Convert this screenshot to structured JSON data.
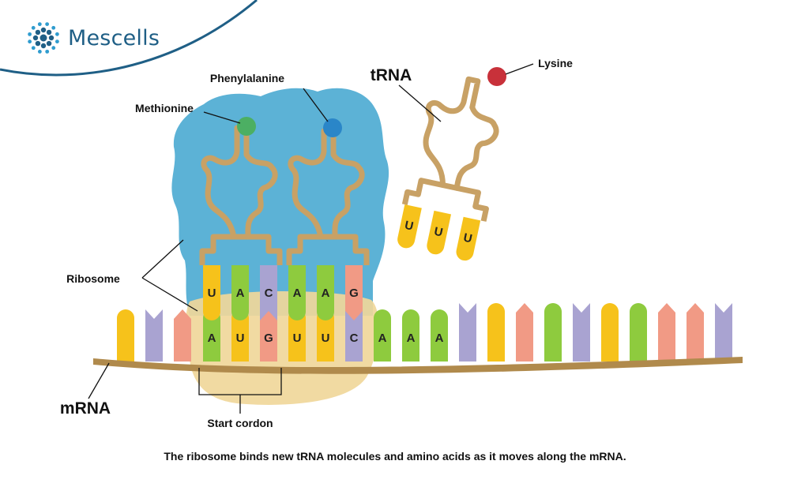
{
  "brand": {
    "name": "Mescells",
    "accent_color": "#1f5f86",
    "logo_icon": "cell-cluster-icon"
  },
  "labels": {
    "trna": "tRNA",
    "lysine": "Lysine",
    "phenylalanine": "Phenylalanine",
    "methionine": "Methionine",
    "ribosome": "Ribosome",
    "mrna": "mRNA",
    "start_codon": "Start cordon"
  },
  "caption": "The ribosome binds new tRNA molecules and amino acids as it moves along the mRNA.",
  "anticodons": {
    "trna_1": [
      "U",
      "A",
      "C"
    ],
    "trna_2": [
      "A",
      "A",
      "G"
    ],
    "free_trna": [
      "U",
      "U",
      "U"
    ]
  },
  "mrna_codons": [
    "A",
    "U",
    "G",
    "U",
    "U",
    "C",
    "A",
    "A",
    "A"
  ],
  "colors": {
    "ribosome": "#5cb2d6",
    "ribosome_small": "#f0d79a",
    "trna_backbone": "#c8a165",
    "mrna_backbone": "#b08a4c",
    "methionine": "#4caf63",
    "phenylalanine": "#2a86c8",
    "lysine": "#c8313a",
    "base_U": "#f6c21b",
    "base_A": "#8ecb3e",
    "base_C": "#a9a3d1",
    "base_G": "#f19a85"
  }
}
